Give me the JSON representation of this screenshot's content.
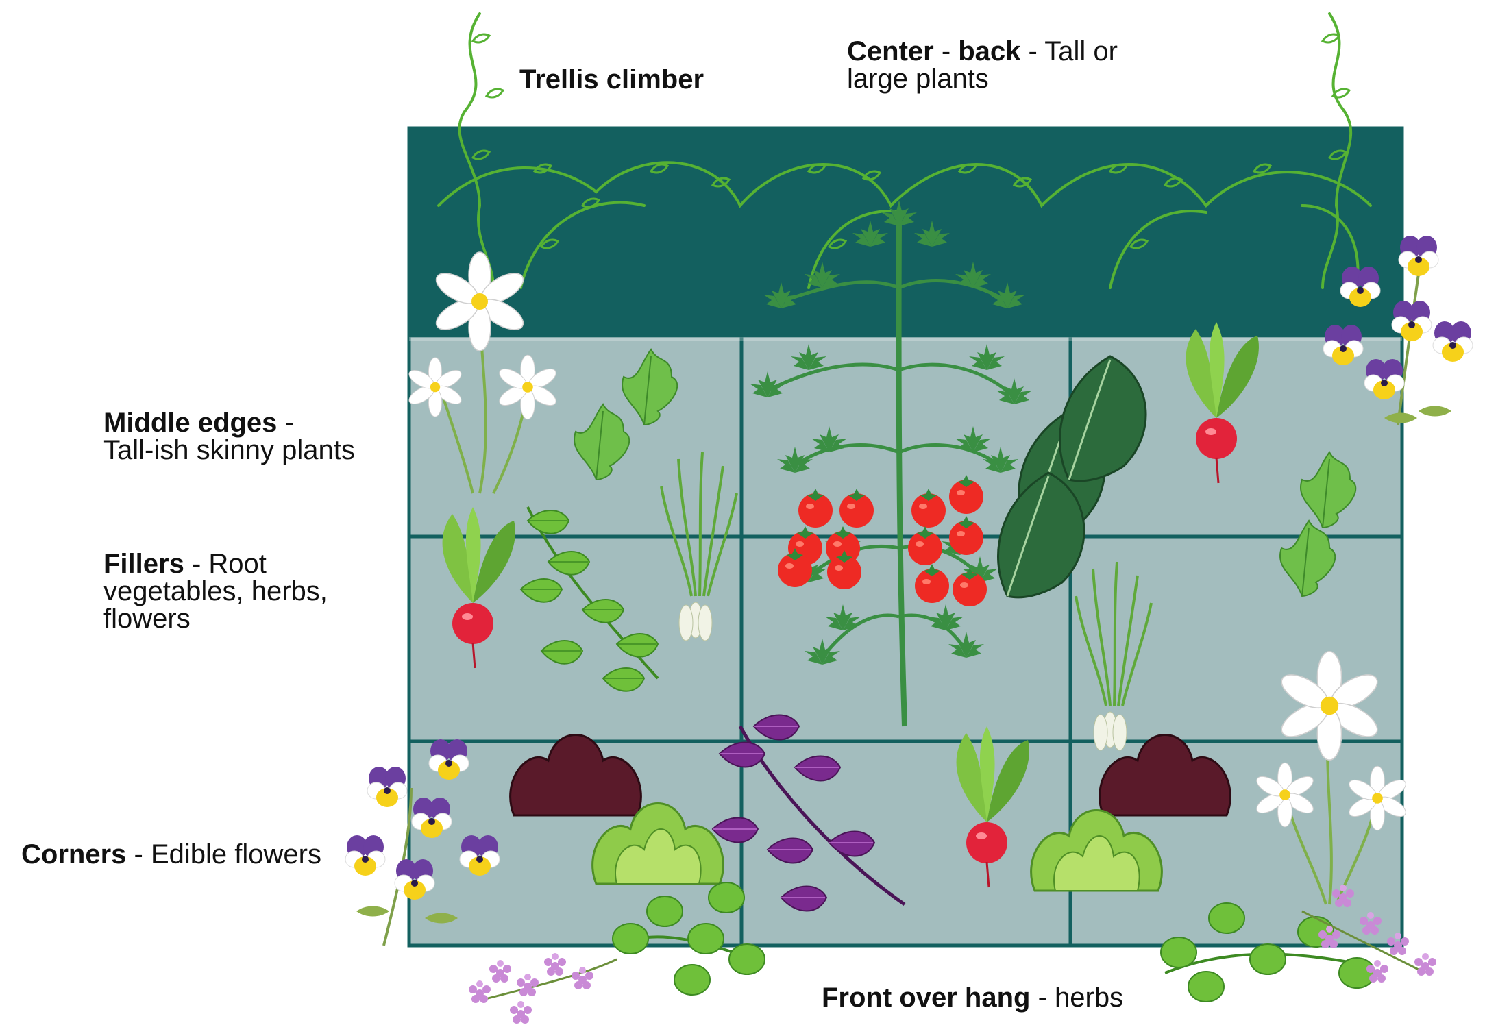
{
  "labels": {
    "trellis": {
      "bold": "Trellis climber"
    },
    "center_back": {
      "bold1": "Center",
      "sep1": " - ",
      "bold2": "back",
      "rest": " - Tall or",
      "line2": "large plants"
    },
    "middle_edges": {
      "bold": "Middle edges",
      "rest": " -",
      "line2": "Tall-ish skinny plants"
    },
    "fillers": {
      "bold": "Fillers",
      "rest": " - Root",
      "line2": "vegetables, herbs,",
      "line3": "flowers"
    },
    "corners": {
      "bold": "Corners",
      "rest": " - Edible flowers"
    },
    "front": {
      "bold": "Front over hang",
      "rest": " - herbs"
    }
  },
  "colors": {
    "back_band": "#13605f",
    "bed_cell": "#a3bdbe",
    "bed_lines": "#13605f",
    "vine": "#56b233",
    "tomato_leaf": "#3a8f43",
    "tomato": "#ee2a24",
    "kale": "#2c6b3c",
    "radish": "#e2233a",
    "lettuce_green": "#8fcb4a",
    "lettuce_red": "#5a1a2a",
    "purple_basil": "#7a2a8e",
    "basil": "#5fb43a",
    "pansy_purple": "#6b3fa0",
    "pansy_yellow": "#f6d11a",
    "thyme_flower": "#c98ad6",
    "cosmos_white": "#ffffff"
  },
  "icons": [
    "vine-icon",
    "tomato-plant-icon",
    "kale-icon",
    "radish-icon",
    "cosmos-flower-icon",
    "pansy-icon",
    "lettuce-icon",
    "purple-basil-icon",
    "basil-icon",
    "green-onion-icon",
    "arugula-icon",
    "oregano-icon",
    "thyme-icon"
  ]
}
